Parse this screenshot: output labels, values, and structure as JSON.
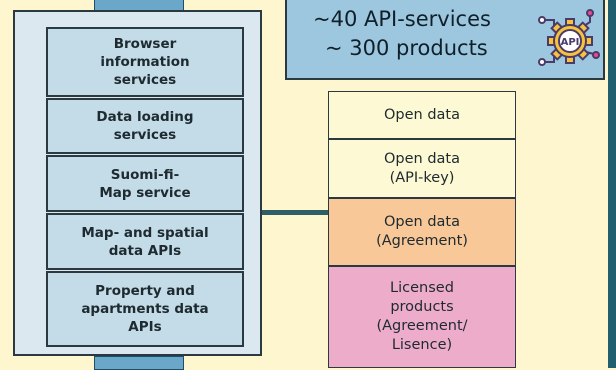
{
  "services": {
    "items": [
      {
        "label": "Browser\ninformation\nservices"
      },
      {
        "label": "Data loading\nservices"
      },
      {
        "label": "Suomi-fi-\nMap service"
      },
      {
        "label": "Map- and spatial\ndata APIs"
      },
      {
        "label": "Property and\napartments data\nAPIs"
      }
    ]
  },
  "stats": {
    "line1": "~40 API-services",
    "line2": "~ 300 products",
    "icon_text": "API",
    "icon": "api-gear-icon"
  },
  "categories": [
    {
      "label": "Open data"
    },
    {
      "label": "Open data\n(API-key)"
    },
    {
      "label": "Open data\n(Agreement)"
    },
    {
      "label": "Licensed\nproducts\n(Agreement/\nLisence)"
    }
  ],
  "colors": {
    "background": "#fdf6cf",
    "panel": "#dbe8ef",
    "service_box": "#c3dce8",
    "stats_box": "#9cc7de",
    "open_data": "#fdf9d4",
    "agreement": "#f8c898",
    "licensed": "#eeaccb",
    "accent": "#1f5f6f"
  }
}
